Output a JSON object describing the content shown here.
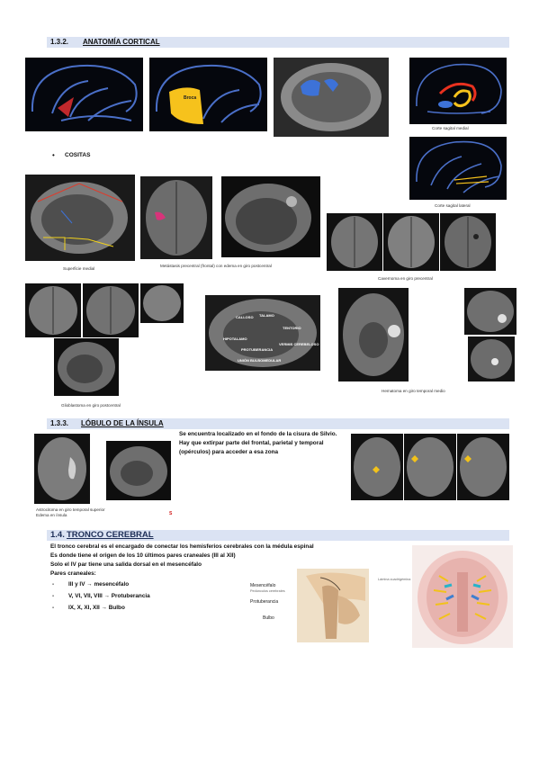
{
  "sections": {
    "s132": {
      "number": "1.3.2.",
      "title": "ANATOMÍA CORTICAL"
    },
    "s133": {
      "number": "1.3.3.",
      "title": "LÓBULO DE LA ÍNSULA"
    },
    "s14": {
      "number": "1.4.",
      "title": "TRONCO CEREBRAL"
    }
  },
  "labels": {
    "broca": "Broca",
    "bullet_cositas": "COSITAS",
    "brain_labels": [
      "CALLOSO",
      "TALAMO",
      "TENTORIO",
      "HIPOTALAMO",
      "PROTUBERANCIA",
      "VERMIS CEREBELOSO",
      "UNIÓN BULBOMEDULAR"
    ],
    "tronco_labels": {
      "mesencefalo": "Mesencéfalo",
      "pedunculos": "Pedúnculos cerebrales",
      "protuberancia": "Protuberancia",
      "bulbo": "Bulbo",
      "lamina": "Lámina cuadrigémina"
    },
    "red_mark": "S"
  },
  "captions": {
    "corte_sagital_medial": "Corte sagital medial",
    "corte_sagital_lateral": "Corte sagital lateral",
    "superficie_medial": "Superficie medial",
    "metastasis": "Metástasis precentral (frontal) con edema en giro postcentral",
    "cavernoma": "Cavernoma en giro precentral",
    "glioblastoma": "Glioblastoma en giro postcentral",
    "hematoma": "Hematoma en giro temporal medio",
    "astrocitoma_1": "Astrocitoma en giro temporal superior",
    "astrocitoma_2": "Edema en ínsula"
  },
  "insula_text": "Se encuentra localizado en el fondo de la cisura de Silvio. Hay que extirpar parte del frontal, parietal y temporal (opérculos) para acceder a esa zona",
  "tronco": {
    "line1": "El tronco cerebral es el encargado de conectar los hemisferios cerebrales con la médula espinal",
    "line2": "Es donde tiene el origen de los 10 últimos pares craneales (III al XII)",
    "line3": "Solo el IV par tiene una salida dorsal en el mesencéfalo",
    "line4": "Pares craneales:",
    "items": [
      {
        "dash": "-",
        "pairs": "III y IV",
        "arrow": "→",
        "region": "mesencéfalo"
      },
      {
        "dash": "-",
        "pairs": "V, VI, VII, VIII",
        "arrow": "→",
        "region": "Protuberancia"
      },
      {
        "dash": "-",
        "pairs": "IX, X, XI, XII",
        "arrow": "→",
        "region": "Bulbo"
      }
    ]
  },
  "colors": {
    "header_bg": "#dbe3f3",
    "sulcus_blue": "#4a6fc8",
    "broca": "#f6c21c",
    "s14_text": "#1d2e57"
  }
}
